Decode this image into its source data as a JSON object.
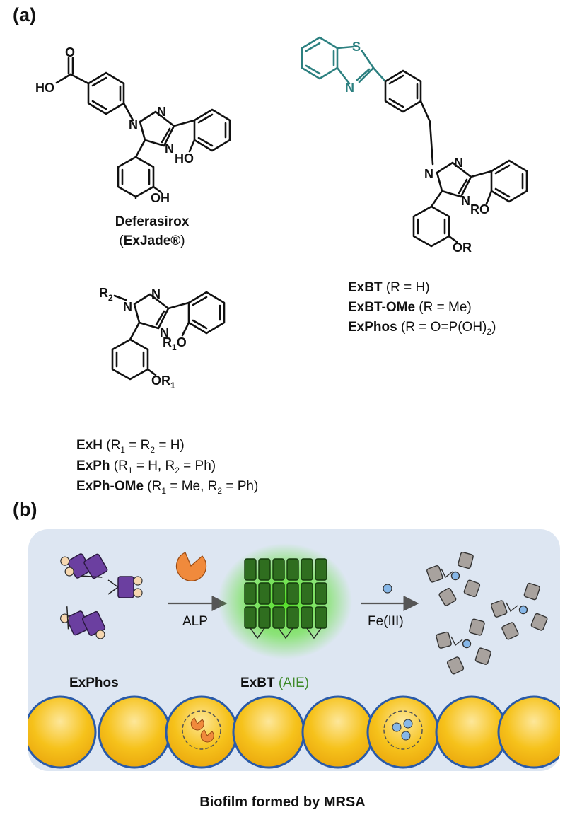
{
  "panel_a": {
    "label": "(a)",
    "deferasirox": {
      "atoms": {
        "o_top": "O",
        "ho_acid": "HO",
        "n1": "N",
        "n2": "N",
        "n4": "N",
        "oh_right": "HO",
        "oh_left": "OH"
      },
      "name": "Deferasirox",
      "brand_open": "(",
      "brand": "ExJade®",
      "brand_close": ")"
    },
    "exbt": {
      "atoms": {
        "s": "S",
        "n_thiazole": "N",
        "n1": "N",
        "n2": "N",
        "n4": "N",
        "or_left": "OR",
        "ro_right": "RO"
      },
      "lines": [
        {
          "name": "ExBT",
          "detail": " (R = H)"
        },
        {
          "name": "ExBT-OMe",
          "detail": " (R = Me)"
        },
        {
          "name": "ExPhos",
          "detail": " (R = O=P(OH)",
          "sub": "2",
          "tail": ")"
        }
      ]
    },
    "generic": {
      "atoms": {
        "r2": "R",
        "r2_sub": "2",
        "n1": "N",
        "n2": "N",
        "n4": "N",
        "r1o": "R",
        "r1o_sub": "1",
        "r1o_o": "O",
        "or1": "OR",
        "or1_sub": "1"
      },
      "lines": [
        {
          "name": "ExH",
          "p1": " (R",
          "s1": "1",
          "p2": " = R",
          "s2": "2",
          "p3": " = H)"
        },
        {
          "name": "ExPh",
          "p1": " (R",
          "s1": "1",
          "p2": " = H, R",
          "s2": "2",
          "p3": " = Ph)"
        },
        {
          "name": "ExPh-OMe",
          "p1": " (R",
          "s1": "1",
          "p2": " = Me, R",
          "s2": "2",
          "p3": " = Ph)"
        }
      ]
    }
  },
  "panel_b": {
    "label": "(b)",
    "exphos_label": "ExPhos",
    "alp_label": "ALP",
    "exbt_label": "ExBT",
    "aie_label": "(AIE)",
    "fe_label": "Fe(III)",
    "caption": "Biofilm formed by MRSA"
  },
  "colors": {
    "teal": "#2c8080",
    "panel_bg": "#dde6f2",
    "purple": "#6b3fa0",
    "peach": "#f6d7b0",
    "green": "#3f8a2a",
    "glow": "#4ce01a",
    "cell_yellow": "#f6c21b",
    "cell_border": "#2a5aa8",
    "orange": "#f08a3c",
    "grey_cyl": "#a8a29e",
    "blue_dot": "#86b7e8"
  },
  "icons": [
    "alp-enzyme-icon",
    "iron-dot-icon",
    "reaction-arrow-icon"
  ]
}
